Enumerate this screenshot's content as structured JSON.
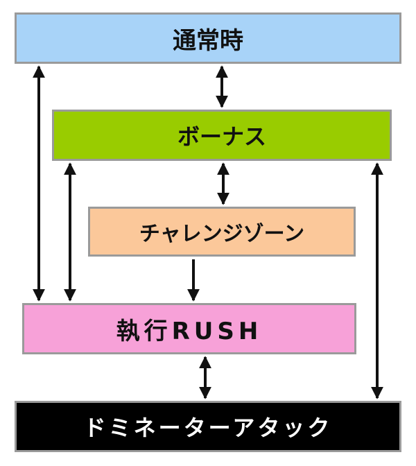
{
  "nodes": {
    "normal": {
      "label": "通常時",
      "color": "#a8d3f8"
    },
    "bonus": {
      "label": "ボーナス",
      "color": "#99cc00"
    },
    "challenge": {
      "label": "チャレンジゾーン",
      "color": "#fbc89a"
    },
    "rush": {
      "label": "執行RUSH",
      "color": "#f7a1d8"
    },
    "dominator": {
      "label": "ドミネーターアタック",
      "color": "#000000"
    }
  },
  "edges": [
    {
      "from": "normal",
      "to": "bonus",
      "direction": "both"
    },
    {
      "from": "normal",
      "to": "rush",
      "direction": "both"
    },
    {
      "from": "bonus",
      "to": "challenge",
      "direction": "both"
    },
    {
      "from": "bonus",
      "to": "rush",
      "direction": "both"
    },
    {
      "from": "bonus",
      "to": "dominator",
      "direction": "both"
    },
    {
      "from": "challenge",
      "to": "rush",
      "direction": "forward"
    },
    {
      "from": "rush",
      "to": "dominator",
      "direction": "both"
    }
  ],
  "arrow_color": "#111111"
}
